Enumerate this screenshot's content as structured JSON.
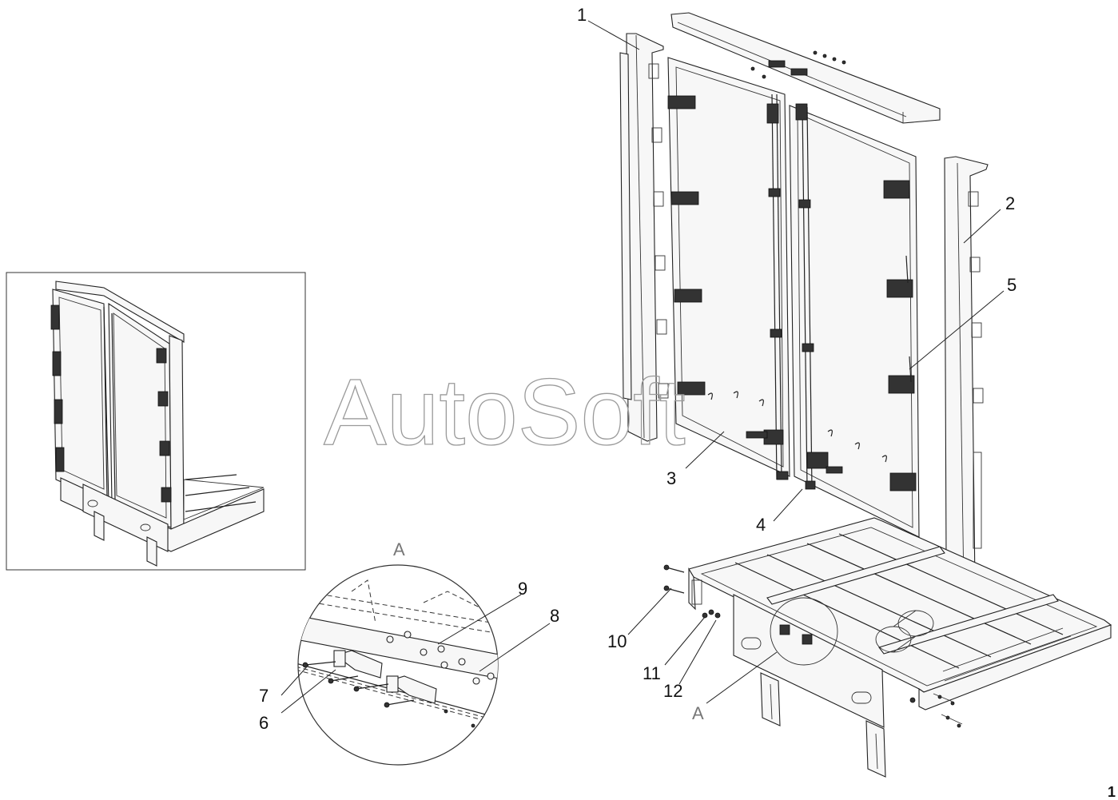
{
  "diagram": {
    "watermark": "AutoSoft",
    "detail_label": "A",
    "detail_callout": "A",
    "page_number": "1",
    "callouts": [
      {
        "id": "c1",
        "text": "1"
      },
      {
        "id": "c2",
        "text": "2"
      },
      {
        "id": "c3",
        "text": "3"
      },
      {
        "id": "c4",
        "text": "4"
      },
      {
        "id": "c5",
        "text": "5"
      },
      {
        "id": "c6",
        "text": "6"
      },
      {
        "id": "c7",
        "text": "7"
      },
      {
        "id": "c8",
        "text": "8"
      },
      {
        "id": "c9",
        "text": "9"
      },
      {
        "id": "c10",
        "text": "10"
      },
      {
        "id": "c11",
        "text": "11"
      },
      {
        "id": "c12",
        "text": "12"
      }
    ]
  }
}
